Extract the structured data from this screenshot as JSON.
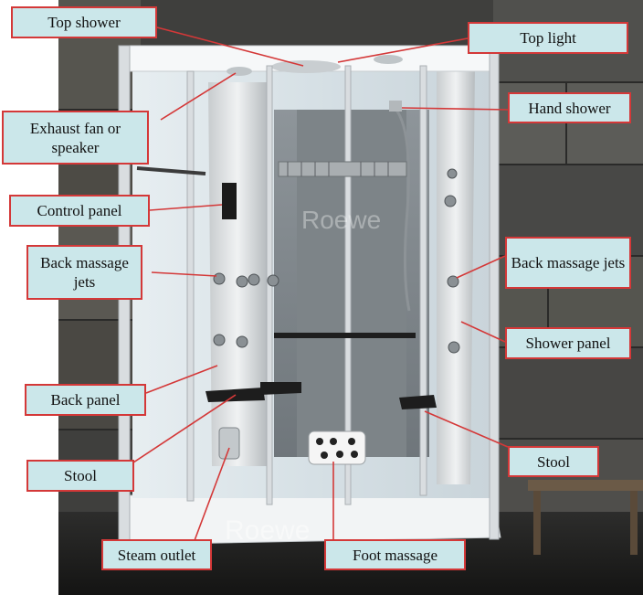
{
  "brand_watermark": "Roewe",
  "labels": {
    "top_shower": "Top shower",
    "top_light": "Top light",
    "exhaust_fan": "Exhaust fan or speaker",
    "hand_shower": "Hand shower",
    "control_panel": "Control panel",
    "back_massage_jets_left": "Back massage jets",
    "back_massage_jets_right": "Back massage jets",
    "shower_panel": "Shower panel",
    "back_panel": "Back panel",
    "stool_left": "Stool",
    "stool_right": "Stool",
    "steam_outlet": "Steam outlet",
    "foot_massage": "Foot massage"
  },
  "colors": {
    "label_fill": "#cbe7ea",
    "label_border": "#d43838",
    "leader_line": "#d43838",
    "wall_stone": "#4a4a48",
    "glass": "#dde6ea"
  }
}
